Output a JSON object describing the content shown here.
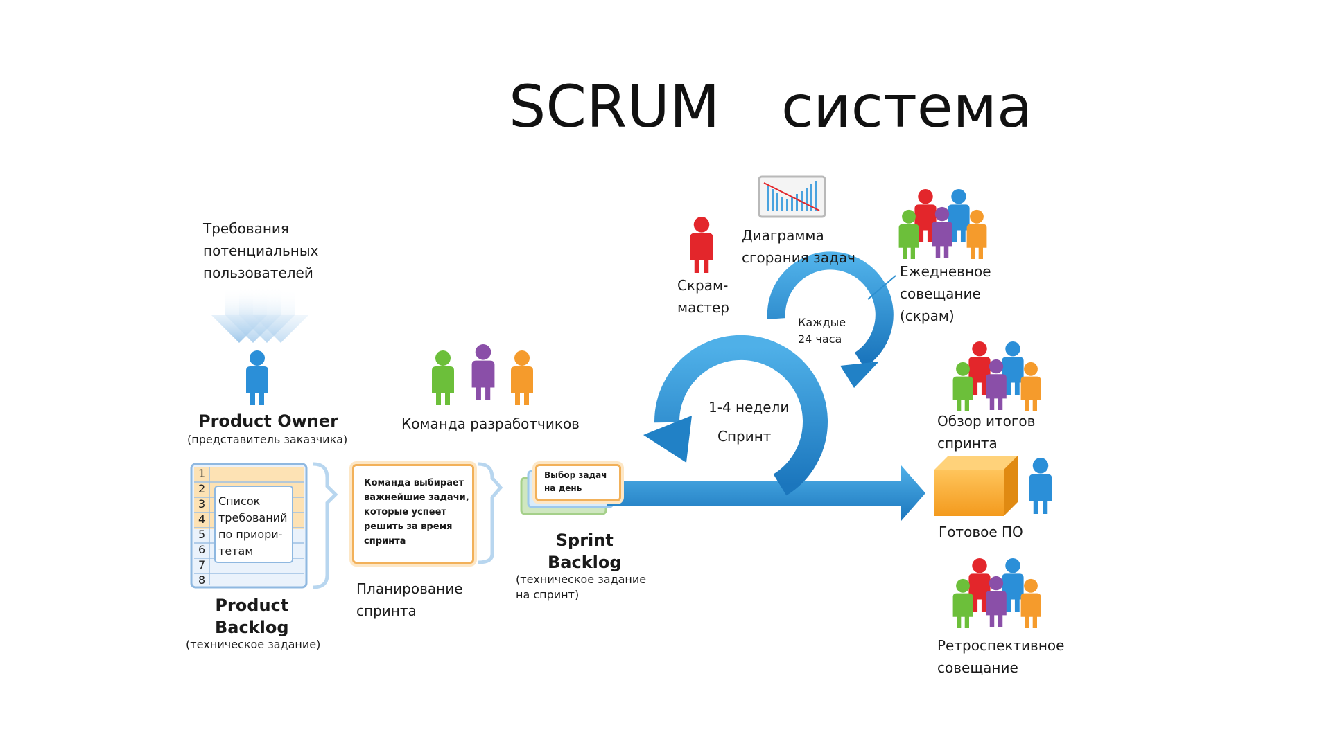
{
  "title": {
    "part1": "SCRUM",
    "part2": "система"
  },
  "requirements": {
    "text": "Требования\nпотенциальных\nпользователей"
  },
  "product_owner": {
    "name": "Product Owner",
    "subtitle": "(представитель заказчика)"
  },
  "dev_team": {
    "label": "Команда разработчиков"
  },
  "scrum_master": {
    "label": "Скрам-\nмастер"
  },
  "burndown": {
    "label": "Диаграмма\nсгорания задач"
  },
  "daily_meeting": {
    "label": "Ежедневное\nсовещание\n(скрам)",
    "cycle": "Каждые\n24 часа"
  },
  "sprint": {
    "duration": "1-4 недели",
    "label": "Спринт"
  },
  "product_backlog": {
    "rows": [
      "1",
      "2",
      "3",
      "4",
      "5",
      "6",
      "7",
      "8"
    ],
    "card_text": "Список\nтребований\nпо приори-\nтетам",
    "name": "Product\nBacklog",
    "subtitle": "(техническое задание)"
  },
  "sprint_planning": {
    "card_text": "Команда выбирает\nважнейшие задачи,\nкоторые успеет\nрешить за время\nспринта",
    "label": "Планирование\nспринта"
  },
  "sprint_backlog": {
    "card_text": "Выбор задач\nна день",
    "name": "Sprint\nBacklog",
    "subtitle": "(техническое задание\nна спринт)"
  },
  "sprint_review": {
    "label": "Обзор итогов\nспринта"
  },
  "product": {
    "label": "Готовое ПО"
  },
  "retrospective": {
    "label": "Ретроспективное\nсовещание"
  },
  "colors": {
    "arrow_blue": "#2e8fd0",
    "card_orange": "#f2b15a",
    "person_red": "#e3262b",
    "person_green": "#6cbf3a",
    "person_purple": "#8a4fa8",
    "person_orange": "#f59b2c",
    "person_blue": "#2b8fd8"
  }
}
